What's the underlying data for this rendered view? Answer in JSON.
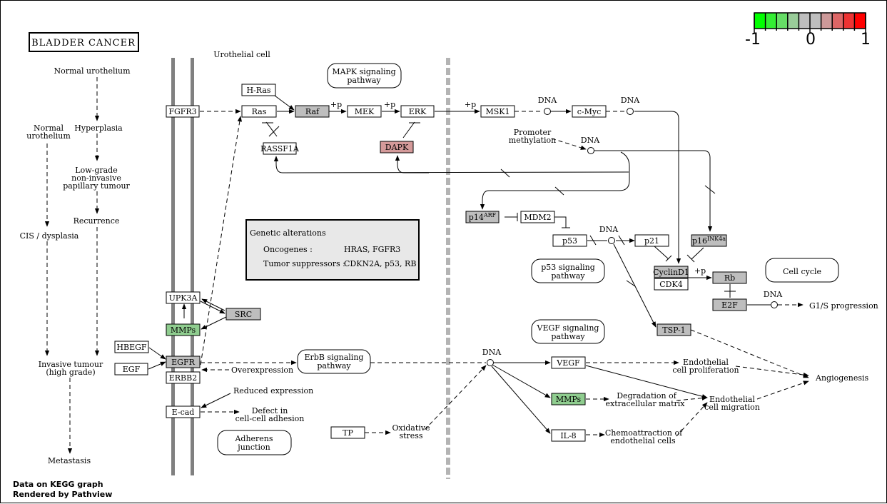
{
  "title": "BLADDER CANCER",
  "footer": {
    "line1": "Data on KEGG graph",
    "line2": "Rendered by Pathview"
  },
  "legend": {
    "min_label": "-1",
    "mid_label": "0",
    "max_label": "1",
    "colors": [
      "#00ff00",
      "#33ee33",
      "#66dd66",
      "#99cc99",
      "#bebebe",
      "#bebebe",
      "#cc9999",
      "#dd6666",
      "#ee3333",
      "#ff0000"
    ]
  },
  "colors": {
    "grey_node": "#bebebe",
    "green_node": "#8fcd8f",
    "pink_node": "#d49a9a",
    "membrane": "#808080"
  },
  "progression": [
    "Normal urothelium",
    "Hyperplasia",
    "Low-grade",
    "non-invasive",
    "papillary tumour",
    "Recurrence",
    "Normal",
    "urothelium",
    "CIS / dysplasia",
    "Invasive tumour",
    "(high grade)",
    "Metastasis"
  ],
  "genes": {
    "fgfr3": "FGFR3",
    "hras": "H-Ras",
    "ras": "Ras",
    "raf": "Raf",
    "mek": "MEK",
    "erk": "ERK",
    "rassf1a": "RASSF1A",
    "dapk": "DAPK",
    "msk1": "MSK1",
    "cmyc": "c-Myc",
    "p14": "p14",
    "p14sup": "ARF",
    "mdm2": "MDM2",
    "p53": "p53",
    "p21": "p21",
    "p16": "p16",
    "p16sup": "INK4a",
    "cyclind1": "CyclinD1",
    "cdk4": "CDK4",
    "rb": "Rb",
    "e2f": "E2F",
    "tsp1": "TSP-1",
    "upk3a": "UPK3A",
    "src": "SRC",
    "mmps": "MMPs",
    "hbegf": "HBEGF",
    "egfr": "EGFR",
    "egf": "EGF",
    "erbb2": "ERBB2",
    "ecad": "E-cad",
    "vegf": "VEGF",
    "mmps2": "MMPs",
    "il8": "IL-8",
    "tp": "TP"
  },
  "labels": {
    "urothelial": "Urothelial cell",
    "mapk1": "MAPK signaling",
    "mapk2": "pathway",
    "p53p1": "p53 signaling",
    "p53p2": "pathway",
    "vegfp1": "VEGF signaling",
    "vegfp2": "pathway",
    "cellcycle": "Cell cycle",
    "erbb1": "ErbB signaling",
    "erbb2p": "pathway",
    "adh1": "Adherens",
    "adh2": "junction",
    "dna": "DNA",
    "plusp": "+p",
    "promoter1": "Promoter",
    "promoter2": "methylation",
    "g1s": "G1/S progression",
    "endo1a": "Endothelial",
    "endo1b": "cell proliferation",
    "endo2a": "Endothelial",
    "endo2b": "cell migration",
    "angio": "Angiogenesis",
    "degr1": "Degradation of",
    "degr2": "extracellular matrix",
    "chemo1": "Chemoattraction of",
    "chemo2": "endothelial cells",
    "oxid1": "Oxidative",
    "oxid2": "stress",
    "overexp": "Overexpression",
    "reduced": "Reduced expression",
    "defect1": "Defect in",
    "defect2": "cell-cell adhesion"
  },
  "genetic_box": {
    "title": "Genetic alterations",
    "onc_label": "Oncogenes :",
    "onc_val": "HRAS, FGFR3",
    "ts_label": "Tumor suppressors :",
    "ts_val": "CDKN2A, p53, RB"
  }
}
